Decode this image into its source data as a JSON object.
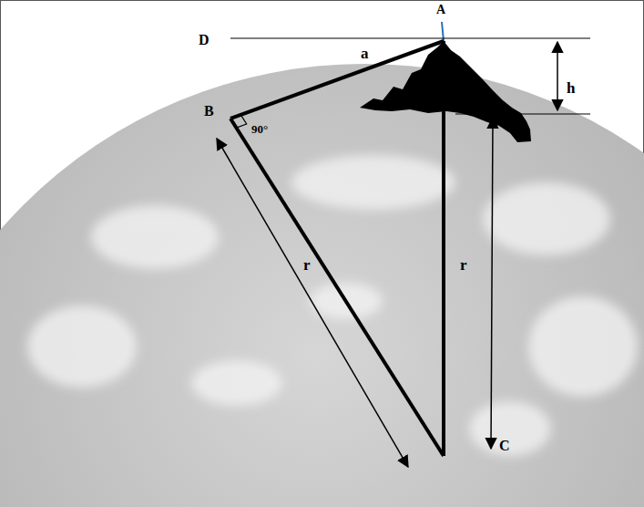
{
  "diagram": {
    "labels": [
      "A",
      "D",
      "a",
      "h",
      "B",
      "90°",
      "r",
      "r",
      "C"
    ]
  }
}
